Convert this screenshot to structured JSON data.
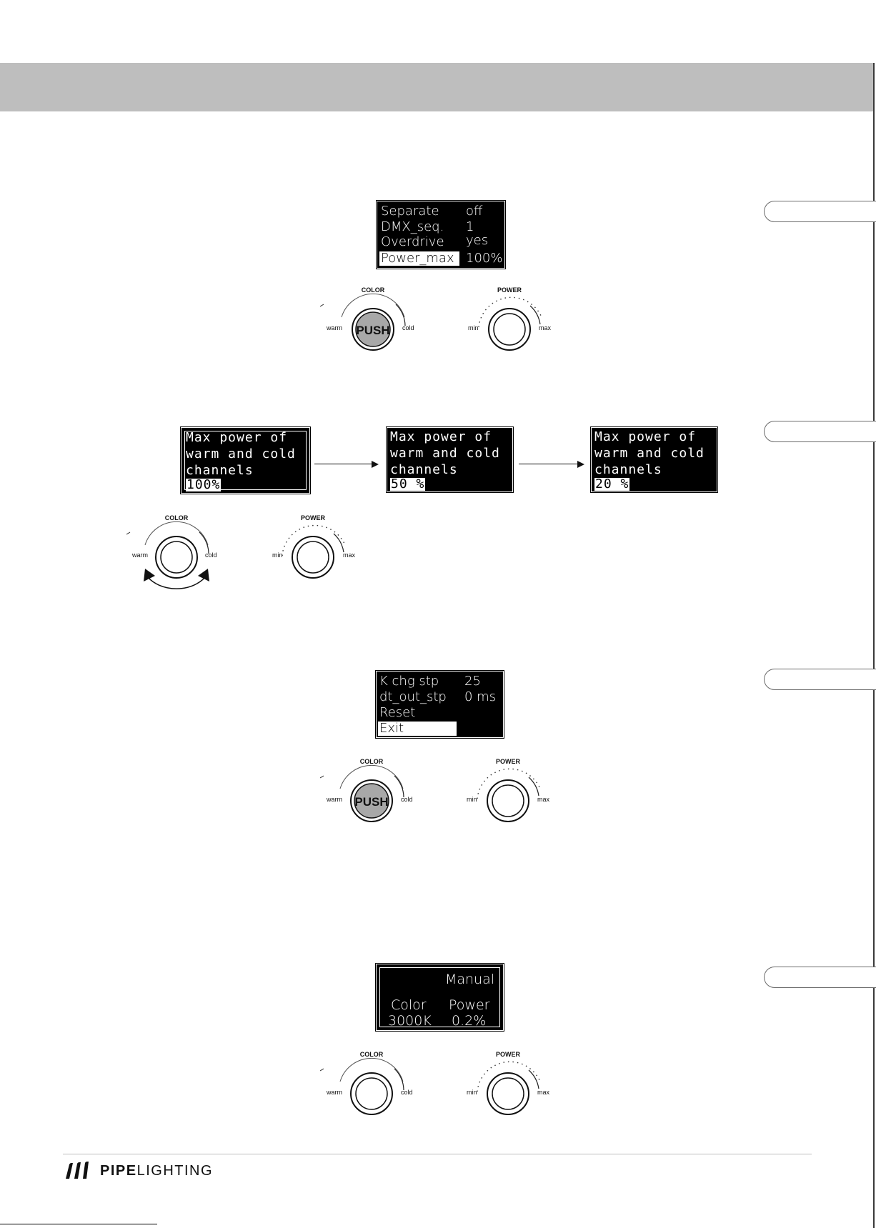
{
  "screen1": {
    "rows": [
      {
        "label": "Separate",
        "value": "off"
      },
      {
        "label": "DMX_seq.",
        "value": "1"
      },
      {
        "label": "Overdrive",
        "value": "yes"
      },
      {
        "label": "Power_max",
        "value": "100%"
      }
    ]
  },
  "screen_max_power": {
    "text_lines": [
      "Max power of",
      "warm and cold",
      "channels"
    ],
    "values": [
      "100%",
      "50 %",
      "20 %"
    ]
  },
  "screen3": {
    "rows": [
      {
        "label": "K chg stp",
        "value": "25"
      },
      {
        "label": "dt_out_stp",
        "value": "0 ms"
      },
      {
        "label": "Reset",
        "value": ""
      },
      {
        "label": "Exit",
        "value": ""
      }
    ]
  },
  "screen4": {
    "mode": "Manual",
    "color_label": "Color",
    "color_value": "3000K",
    "power_label": "Power",
    "power_value": "0.2%"
  },
  "knobs": {
    "color_title": "COLOR",
    "power_title": "POWER",
    "warm": "warm",
    "cold": "cold",
    "min": "min",
    "max": "max",
    "push": "PUSH"
  },
  "footer": {
    "brand_bold": "PIPE",
    "brand_light": "LIGHTING"
  }
}
